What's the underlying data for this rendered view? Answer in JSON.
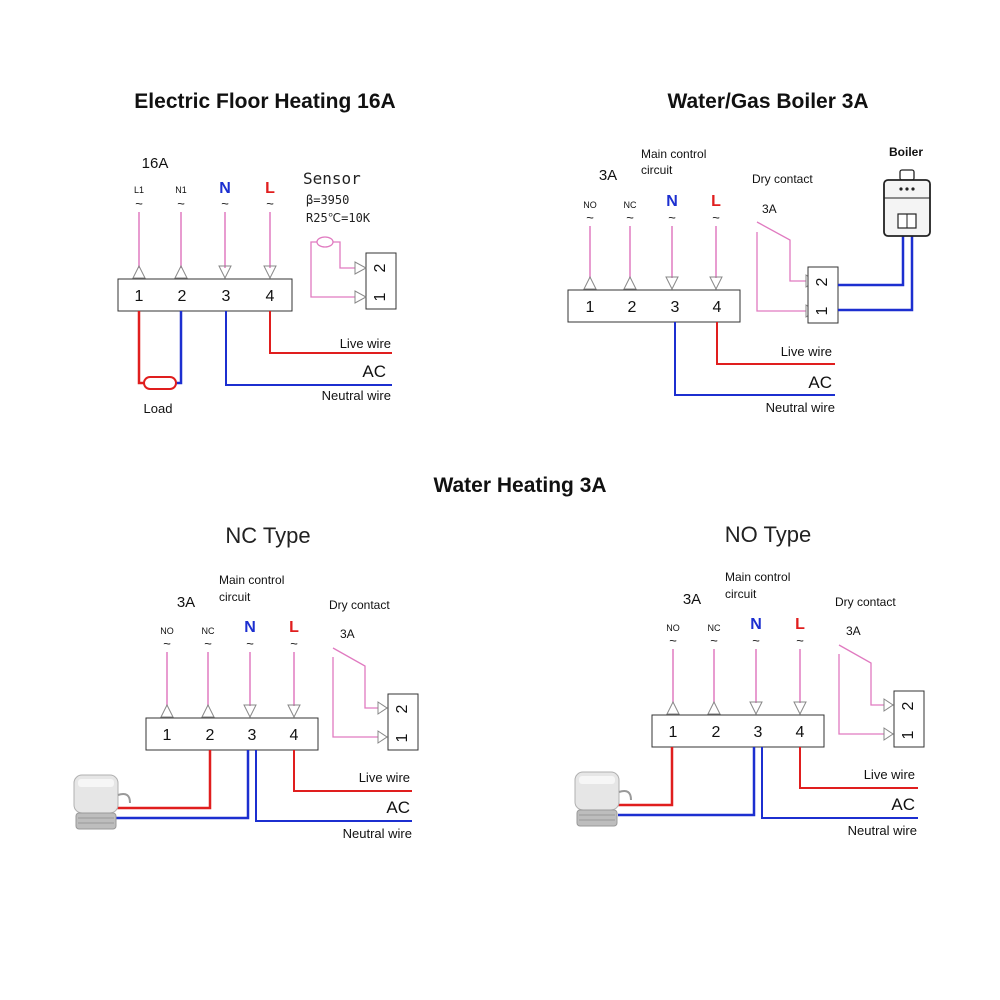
{
  "colors": {
    "pink": "#e07ac0",
    "red": "#e01e1e",
    "blue": "#1c2fd0",
    "black": "#111111",
    "gray": "#888888"
  },
  "titles": {
    "floor": "Electric Floor Heating 16A",
    "boiler": "Water/Gas Boiler 3A",
    "water": "Water Heating 3A",
    "nc_type": "NC Type",
    "no_type": "NO Type"
  },
  "labels": {
    "amp16": "16A",
    "amp3": "3A",
    "L1": "L1",
    "N1": "N1",
    "NO": "NO",
    "NC": "NC",
    "N": "N",
    "L": "L",
    "tilde": "~",
    "sensor": "Sensor",
    "beta": "β=3950",
    "r25": "R25℃=10K",
    "t1": "1",
    "t2": "2",
    "t3": "3",
    "t4": "4",
    "live_wire": "Live wire",
    "ac": "AC",
    "neutral_wire": "Neutral wire",
    "load": "Load",
    "main_control_1": "Main control",
    "main_control_2": "circuit",
    "dry_contact": "Dry contact",
    "boiler": "Boiler"
  }
}
